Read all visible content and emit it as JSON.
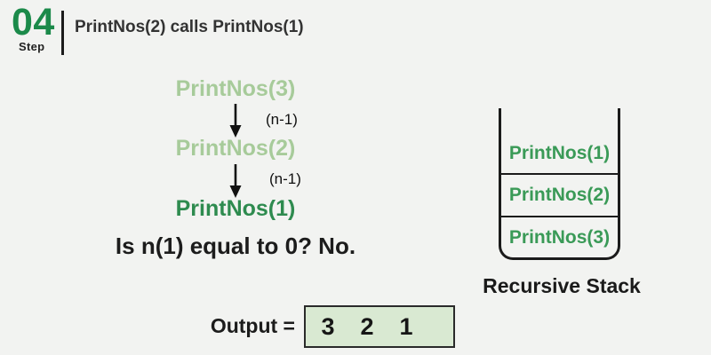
{
  "colors": {
    "bg": "#f2f3f1",
    "brand_green": "#1b8a4a",
    "active_green": "#2e8b4f",
    "faded_green": "#a7cb9a",
    "stack_green": "#3a9a57",
    "output_fill": "#d9e9d2"
  },
  "header": {
    "step_number": "04",
    "step_label": "Step",
    "title": "PrintNos(2) calls PrintNos(1)"
  },
  "call_chain": {
    "nodes": [
      {
        "label": "PrintNos(3)",
        "state": "faded"
      },
      {
        "label": "PrintNos(2)",
        "state": "faded"
      },
      {
        "label": "PrintNos(1)",
        "state": "active"
      }
    ],
    "edge_label": "(n-1)",
    "question": "Is n(1) equal to 0? No."
  },
  "stack": {
    "items": [
      "PrintNos(1)",
      "PrintNos(2)",
      "PrintNos(3)"
    ],
    "title": "Recursive Stack"
  },
  "output": {
    "label": "Output =",
    "values": [
      "3",
      "2",
      "1"
    ]
  }
}
